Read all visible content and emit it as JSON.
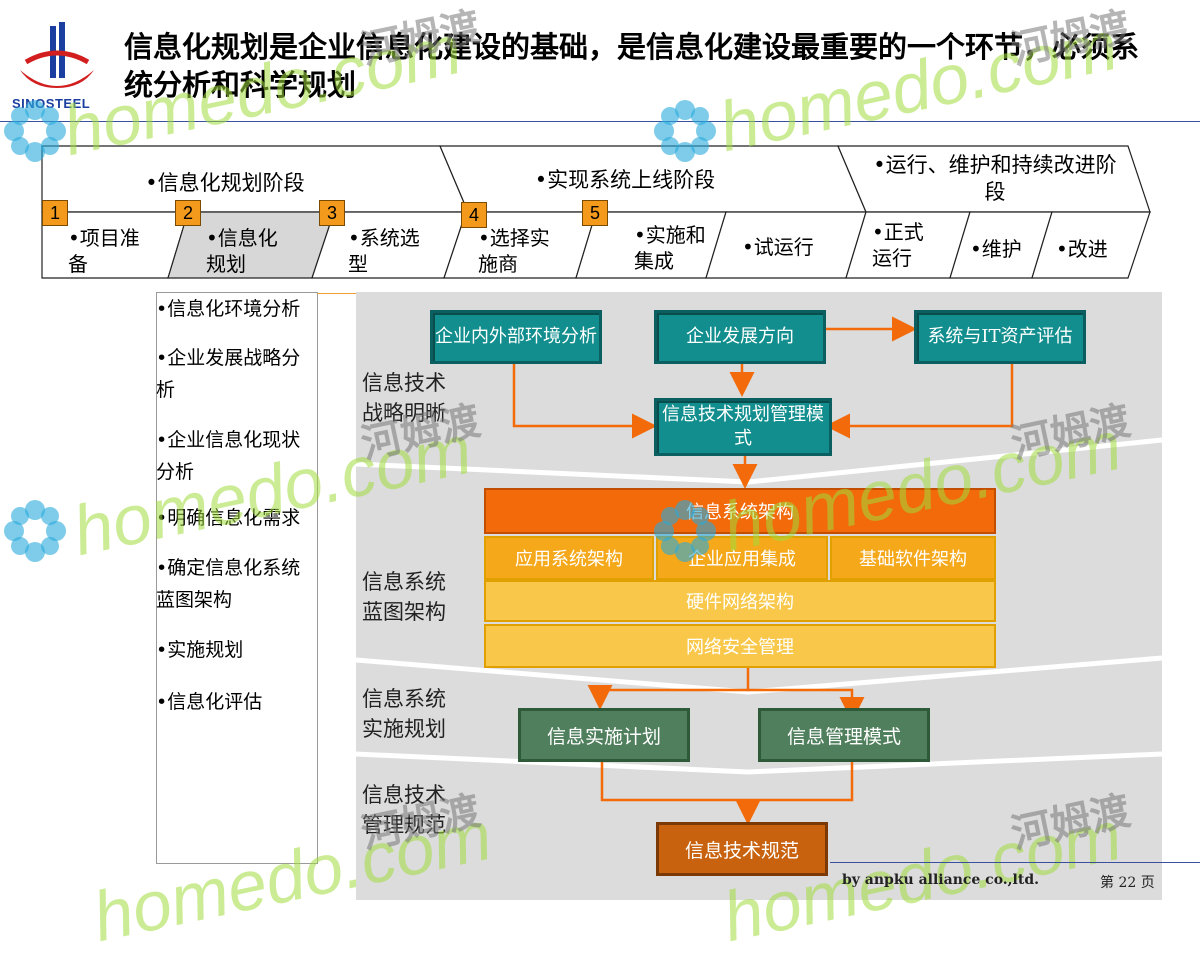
{
  "logo": {
    "text": "SINOSTEEL"
  },
  "title": "信息化规划是企业信息化建设的基础，是信息化建设最重要的一个环节，必须系统分析和科学规划",
  "phases": [
    {
      "label": "•信息化规划阶段"
    },
    {
      "label": "•实现系统上线阶段"
    },
    {
      "label": "•运行、维护和持续改进阶段"
    }
  ],
  "steps": [
    {
      "label": "•项目准备"
    },
    {
      "label": "•信息化规划"
    },
    {
      "label": "•系统选型"
    },
    {
      "label": "•选择实施商"
    },
    {
      "label": "•实施和集成"
    },
    {
      "label": "•试运行"
    },
    {
      "label": "•正式运行"
    },
    {
      "label": "•维护"
    },
    {
      "label": "•改进"
    }
  ],
  "step_numbers": [
    "1",
    "2",
    "3",
    "4",
    "5"
  ],
  "left_list": [
    "•信息化环境分析",
    "•企业发展战略分析",
    "•企业信息化现状分析",
    "•明确信息化需求",
    "•确定信息化系统蓝图架构",
    "•实施规划",
    "•信息化评估"
  ],
  "bands": [
    {
      "label": "信息技术战略明晰"
    },
    {
      "label": "信息系统蓝图架构"
    },
    {
      "label": "信息系统实施规划"
    },
    {
      "label": "信息技术管理规范"
    }
  ],
  "boxes": {
    "env": "企业内外部环境分析",
    "direction": "企业发展方向",
    "itasset": "系统与IT资产评估",
    "mgmt_mode": "信息技术规划管理模式",
    "arch": "信息系统架构",
    "app_arch": "应用系统架构",
    "ent_integ": "企业应用集成",
    "base_sw": "基础软件架构",
    "hw_net": "硬件网络架构",
    "net_sec": "网络安全管理",
    "impl_plan": "信息实施计划",
    "info_mgmt": "信息管理模式",
    "it_norm": "信息技术规范"
  },
  "watermark": {
    "latin": "homedo.com",
    "cn": "河姆渡"
  },
  "footer": {
    "copyright": "by anpku alliance co.,ltd.",
    "page": "第 22 页"
  },
  "colors": {
    "teal": "#138e8e",
    "orange": "#f26a0a",
    "amber": "#f5a81a",
    "yellow": "#f9c84a",
    "green": "#4f7f5c",
    "brown": "#c8620e",
    "arrow": "#f26a0a"
  }
}
